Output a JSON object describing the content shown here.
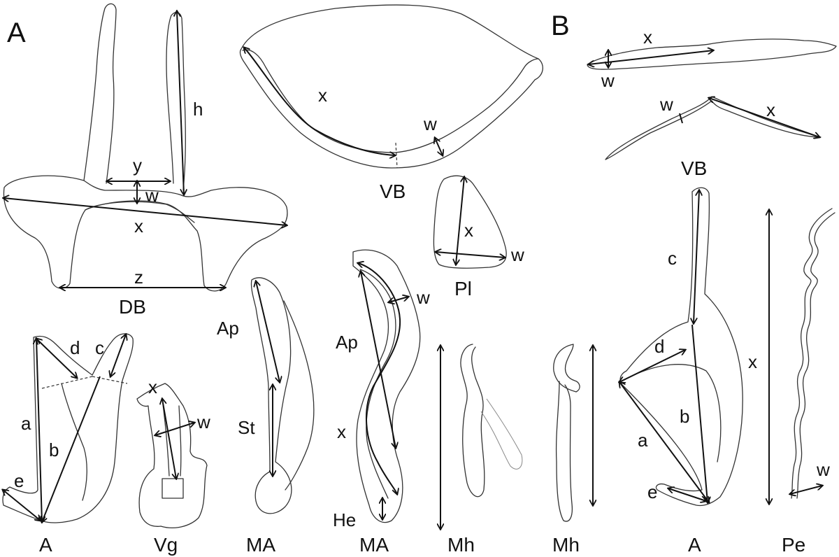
{
  "panels": {
    "a": "A",
    "b": "B"
  },
  "captions": {
    "db": "DB",
    "vb_a": "VB",
    "pl": "Pl",
    "a_a": "A",
    "vg": "Vg",
    "ma1": "MA",
    "ma2": "MA",
    "mh_a": "Mh",
    "mh_b": "Mh",
    "vb_b": "VB",
    "a_b": "A",
    "pe": "Pe"
  },
  "labels": {
    "db": {
      "h": "h",
      "y": "y",
      "w": "w",
      "x": "x",
      "z": "z"
    },
    "vb_a": {
      "x": "x",
      "w": "w"
    },
    "pl": {
      "x": "x",
      "w": "w"
    },
    "a_a": {
      "a": "a",
      "b": "b",
      "c": "c",
      "d": "d",
      "e": "e"
    },
    "vg": {
      "x": "x",
      "w": "w"
    },
    "ma1": {
      "ap": "Ap",
      "st": "St"
    },
    "ma2": {
      "ap": "Ap",
      "w": "w",
      "x": "x",
      "he": "He"
    },
    "vb_b": {
      "x1": "x",
      "w1": "w",
      "w2": "w",
      "x2": "x"
    },
    "a_b": {
      "c": "c",
      "d": "d",
      "a": "a",
      "b": "b",
      "e": "e"
    },
    "pe": {
      "x": "x",
      "w": "w"
    }
  }
}
